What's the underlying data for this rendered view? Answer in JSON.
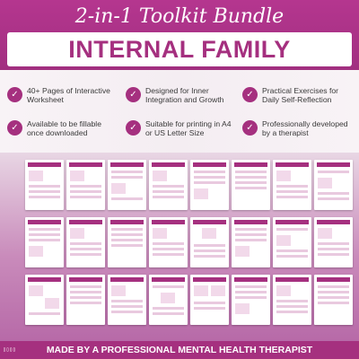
{
  "header": {
    "subtitle": "2-in-1 Toolkit Bundle",
    "title": "INTERNAL FAMILY SYSTEMS"
  },
  "features": [
    {
      "icon": "check-icon",
      "text": "40+ Pages of Interactive Worksheet"
    },
    {
      "icon": "check-icon",
      "text": "Designed for Inner Integration and Growth"
    },
    {
      "icon": "check-icon",
      "text": "Practical Exercises for Daily Self-Reflection"
    },
    {
      "icon": "check-icon",
      "text": "Available to be fillable once downloaded"
    },
    {
      "icon": "check-icon",
      "text": "Suitable for printing in A4 or US Letter Size"
    },
    {
      "icon": "check-icon",
      "text": "Professionally developed by a therapist"
    }
  ],
  "footer": {
    "text": "MADE BY A  PROFESSIONAL MENTAL HEALTH THERAPIST"
  },
  "colors": {
    "brand": "#a5307f",
    "header_bg": "#b5368f",
    "white": "#ffffff"
  }
}
